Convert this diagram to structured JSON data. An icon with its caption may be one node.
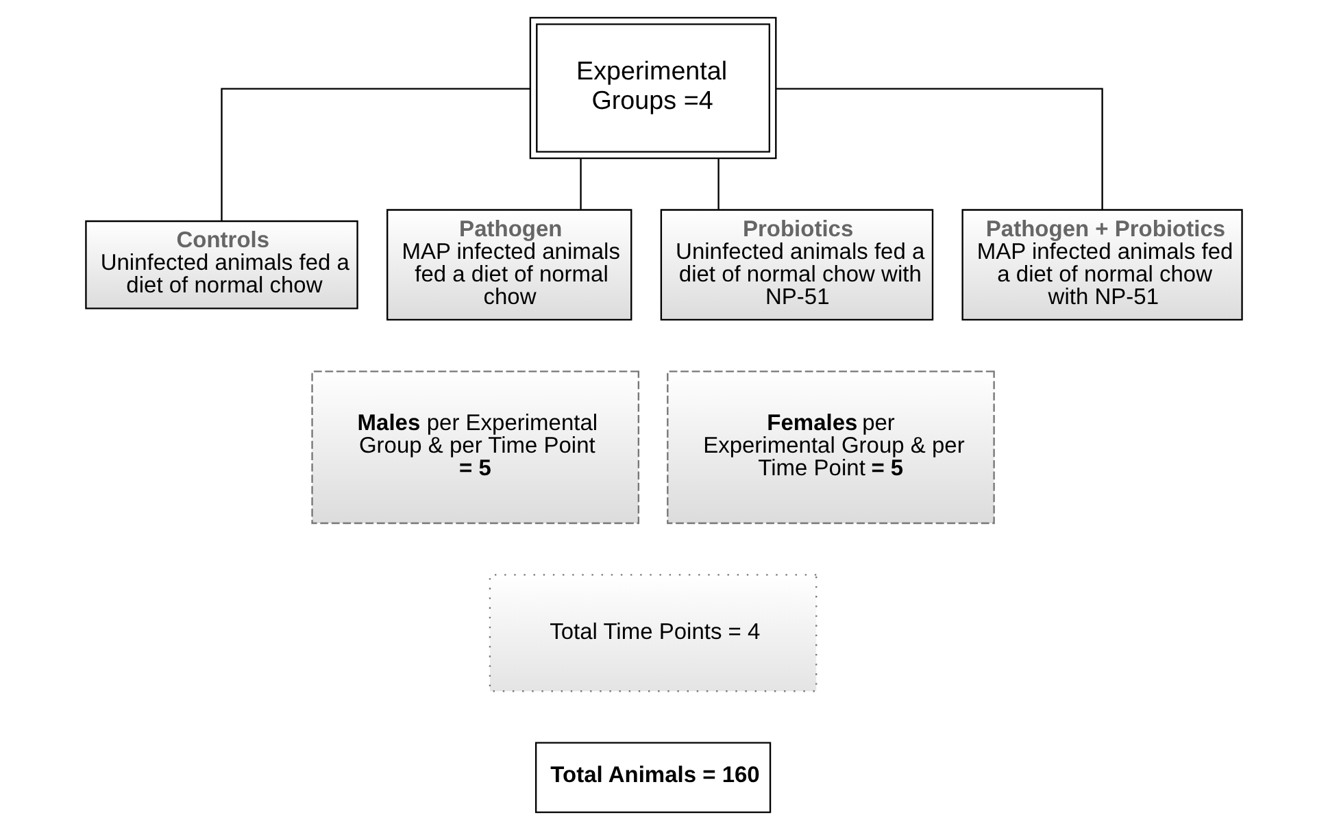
{
  "diagram": {
    "nodes": [
      {
        "text": [
          "Experimental Groups =4"
        ]
      },
      {
        "text": [
          "Controls",
          "Uninfected animals fed a diet of normal chow"
        ]
      },
      {
        "text": [
          "Pathogen",
          "MAP infected animals fed a diet of normal chow"
        ]
      },
      {
        "text": [
          "Probiotics",
          "Uninfected animals fed a diet of normal chow with NP-51"
        ]
      },
      {
        "text": [
          "Pathogen + Probiotics",
          "MAP infected animals fed a diet of normal chow with NP-51"
        ]
      },
      {
        "text": [
          "**Males** per Experimental Group & per Time Point **= 5**"
        ]
      },
      {
        "text": [
          "**Females** per Experimental Group & per Time Point **= 5**"
        ]
      },
      {
        "text": [
          "Total Time Points = 4"
        ]
      },
      {
        "text": [
          "Total Animals = 160"
        ]
      }
    ],
    "edges": [
      {
        "from": 0,
        "to": 1,
        "arrow": "none"
      },
      {
        "from": 0,
        "to": 2,
        "arrow": "none"
      },
      {
        "from": 0,
        "to": 3,
        "arrow": "none"
      },
      {
        "from": 0,
        "to": 4,
        "arrow": "none"
      }
    ]
  }
}
